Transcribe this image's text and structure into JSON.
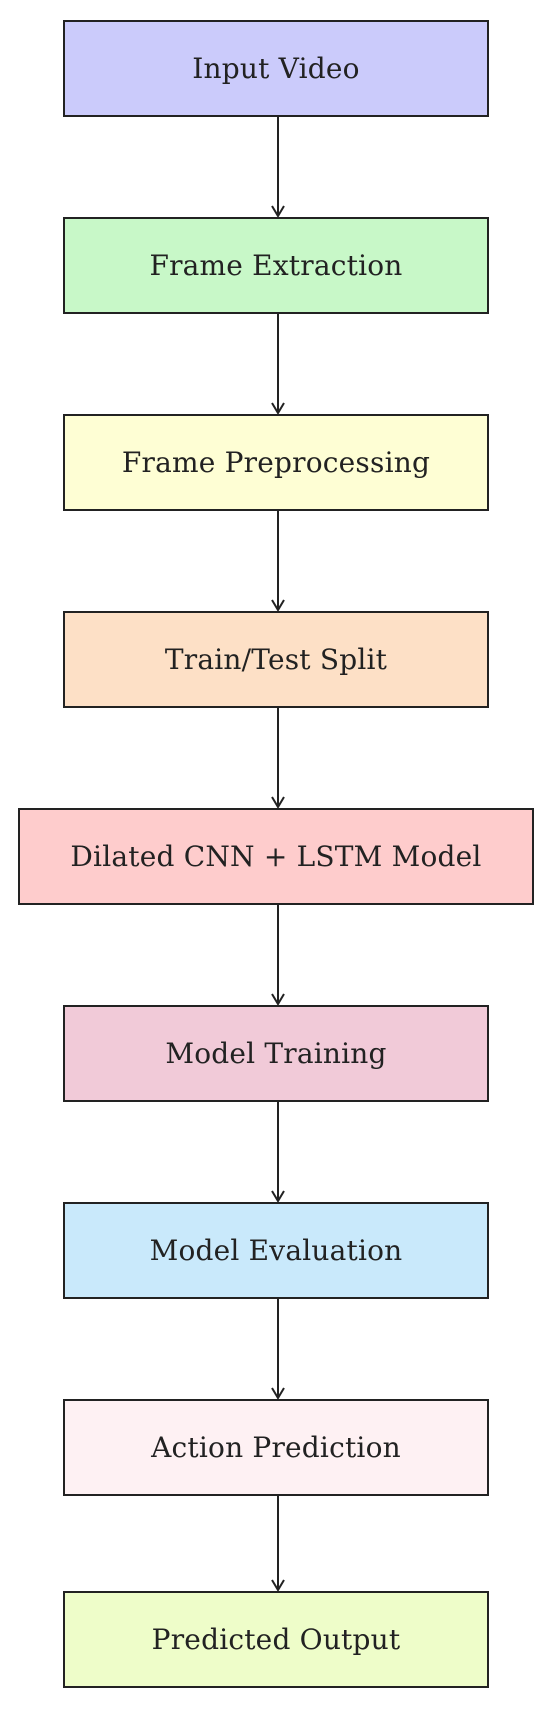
{
  "diagram": {
    "nodes": [
      {
        "label": "Input Video",
        "color": "#cbcbfb"
      },
      {
        "label": "Frame Extraction",
        "color": "#c8f8c8"
      },
      {
        "label": "Frame Preprocessing",
        "color": "#fefed4"
      },
      {
        "label": "Train/Test Split",
        "color": "#fde0c6"
      },
      {
        "label": "Dilated CNN + LSTM Model",
        "color": "#fecccc"
      },
      {
        "label": "Model Training",
        "color": "#f1cad8"
      },
      {
        "label": "Model Evaluation",
        "color": "#c9e9fb"
      },
      {
        "label": "Action Prediction",
        "color": "#fef1f3"
      },
      {
        "label": "Predicted Output",
        "color": "#eefdc9"
      }
    ],
    "edges": [
      {
        "from": 0,
        "to": 1
      },
      {
        "from": 1,
        "to": 2
      },
      {
        "from": 2,
        "to": 3
      },
      {
        "from": 3,
        "to": 4
      },
      {
        "from": 4,
        "to": 5
      },
      {
        "from": 5,
        "to": 6
      },
      {
        "from": 6,
        "to": 7
      },
      {
        "from": 7,
        "to": 8
      }
    ]
  }
}
